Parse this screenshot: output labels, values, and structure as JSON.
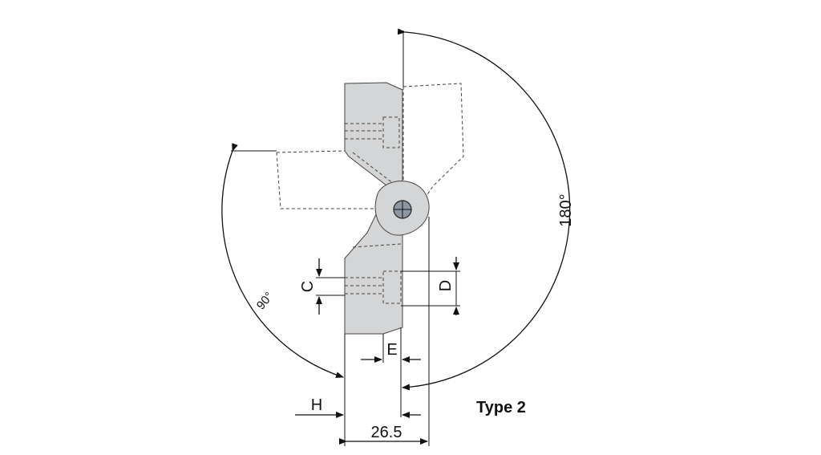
{
  "diagram": {
    "type_label": "Type 2",
    "angle_large": "180°",
    "angle_small": "90°",
    "dims": {
      "C": "C",
      "D": "D",
      "E": "E",
      "H": "H",
      "width": "26.5"
    }
  },
  "colors": {
    "part_fill": "#d4d5d6",
    "pivot_fill": "#8d96a3",
    "line": "#111111"
  }
}
